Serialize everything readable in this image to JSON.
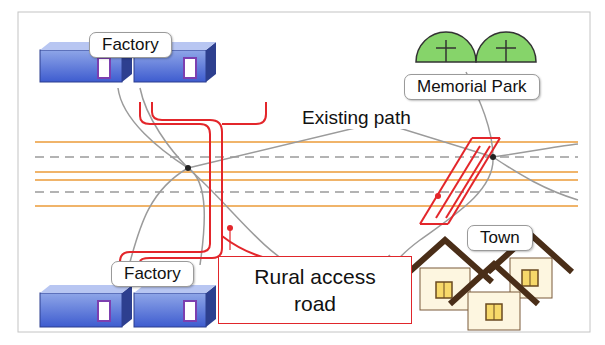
{
  "diagram": {
    "nodes": [
      {
        "text": [
          "Factory"
        ]
      },
      {
        "text": [
          "Memorial Park"
        ]
      },
      {
        "text": [
          "Town"
        ]
      },
      {
        "text": [
          "Factory"
        ]
      },
      {
        "text": [
          "Rural access road"
        ]
      }
    ],
    "labels": [
      "Existing path"
    ]
  }
}
